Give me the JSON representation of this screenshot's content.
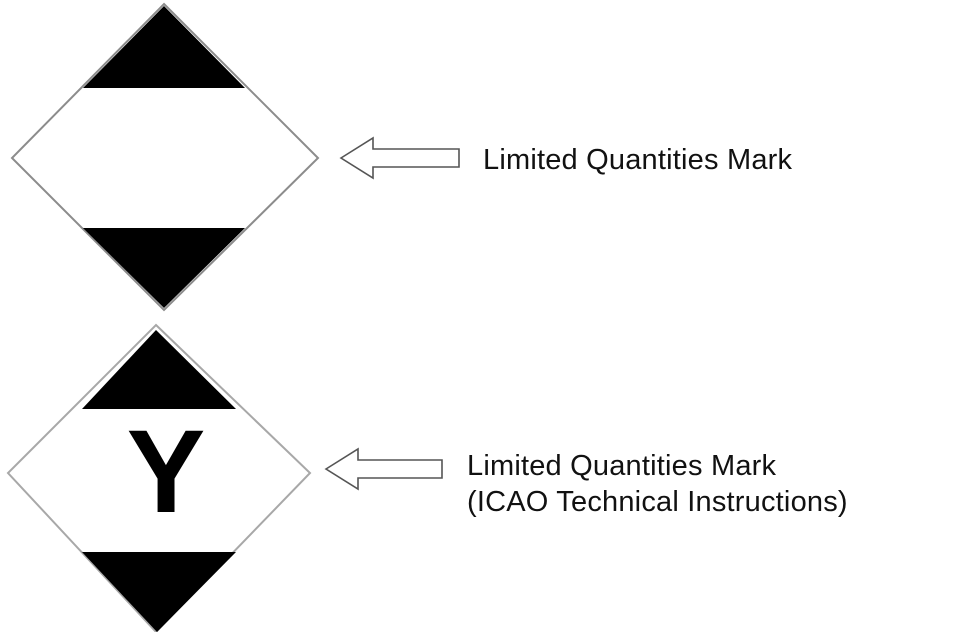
{
  "marks": [
    {
      "label_lines": [
        "Limited Quantities Mark"
      ],
      "symbol": ""
    },
    {
      "label_lines": [
        "Limited Quantities Mark",
        "(ICAO Technical Instructions)"
      ],
      "symbol": "Y"
    }
  ],
  "colors": {
    "fill_dark": "#000000",
    "outline": "#8c8c8c",
    "background": "#ffffff"
  }
}
